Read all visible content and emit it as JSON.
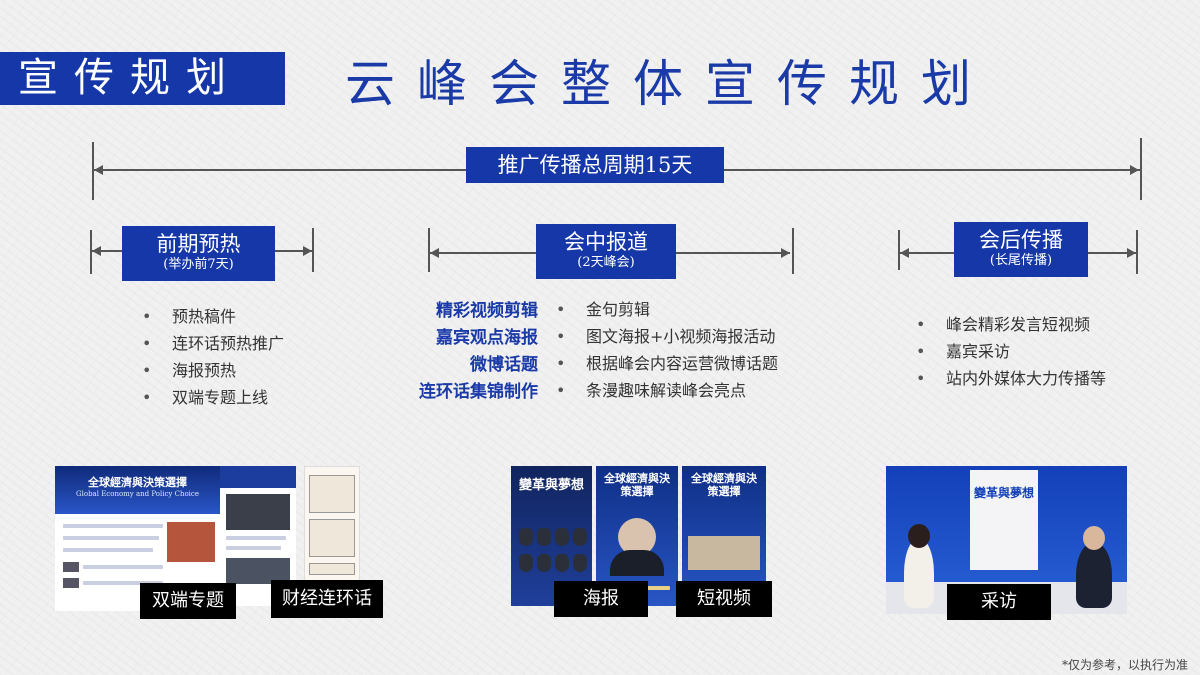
{
  "header": {
    "section_tag": "宣传规划",
    "title": "云峰会整体宣传规划"
  },
  "timeline": {
    "total_label": "推广传播总周期15天"
  },
  "phases": [
    {
      "title": "前期预热",
      "subtitle": "(举办前7天)",
      "items": [
        "预热稿件",
        "连环话预热推广",
        "海报预热",
        "双端专题上线"
      ]
    },
    {
      "title": "会中报道",
      "subtitle": "(2天峰会)",
      "labels": [
        "精彩视频剪辑",
        "嘉宾观点海报",
        "微博话题",
        "连环话集锦制作"
      ],
      "items": [
        "金句剪辑",
        "图文海报+小视频海报活动",
        "根据峰会内容运营微博话题",
        "条漫趣味解读峰会亮点"
      ]
    },
    {
      "title": "会后传播",
      "subtitle": "(长尾传播)",
      "items": [
        "峰会精彩发言短视频",
        "嘉宾采访",
        "站内外媒体大力传播等"
      ]
    }
  ],
  "screenshots": {
    "left": {
      "banner_line1": "全球經濟與決策選擇",
      "banner_line2": "Global Economy and Policy Choice",
      "caption1": "双端专题",
      "caption2": "财经连环话"
    },
    "middle": {
      "poster1_title": "變革與夢想",
      "poster2_title": "全球經濟與決策選擇",
      "poster3_title": "全球經濟與決策選擇",
      "caption1": "海报",
      "caption2": "短视频"
    },
    "right": {
      "backdrop_title": "變革與夢想",
      "caption": "采访"
    }
  },
  "footer_note": "*仅为参考，以执行为准",
  "colors": {
    "brand_blue": "#1537a8",
    "background": "#f1f1f2",
    "line_gray": "#555555"
  }
}
